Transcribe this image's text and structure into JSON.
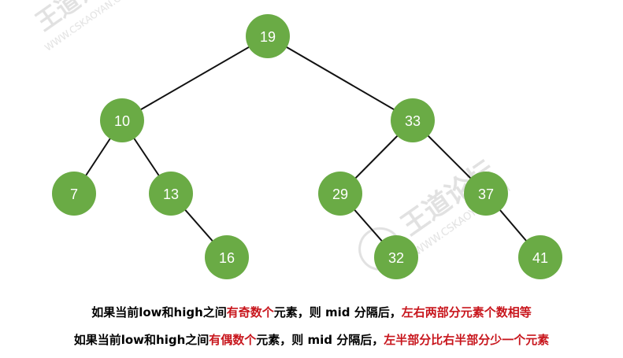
{
  "tree": {
    "nodes": [
      {
        "id": "n19",
        "value": "19"
      },
      {
        "id": "n10",
        "value": "10"
      },
      {
        "id": "n33",
        "value": "33"
      },
      {
        "id": "n7",
        "value": "7"
      },
      {
        "id": "n13",
        "value": "13"
      },
      {
        "id": "n29",
        "value": "29"
      },
      {
        "id": "n37",
        "value": "37"
      },
      {
        "id": "n16",
        "value": "16"
      },
      {
        "id": "n32",
        "value": "32"
      },
      {
        "id": "n41",
        "value": "41"
      }
    ],
    "edges": [
      [
        "n19",
        "n10"
      ],
      [
        "n19",
        "n33"
      ],
      [
        "n10",
        "n7"
      ],
      [
        "n10",
        "n13"
      ],
      [
        "n13",
        "n16"
      ],
      [
        "n33",
        "n29"
      ],
      [
        "n33",
        "n37"
      ],
      [
        "n29",
        "n32"
      ],
      [
        "n37",
        "n41"
      ]
    ],
    "node_color": "#6aab45",
    "label_color": "#ffffff",
    "edge_color": "#111111"
  },
  "captions": [
    {
      "prefix": "如果当前low和high之间",
      "highlight1": "有奇数个",
      "middle": "元素，则 mid 分隔后，",
      "highlight2": "左右两部分元素个数相等"
    },
    {
      "prefix": "如果当前low和high之间",
      "highlight1": "有偶数个",
      "middle": "元素，则 mid 分隔后，",
      "highlight2": "左半部分比右半部分少一个元素"
    }
  ],
  "highlight_color": "#c8161d",
  "watermark": {
    "brand": "王道论坛",
    "url": "WWW.CSKAOYAN.COM"
  }
}
